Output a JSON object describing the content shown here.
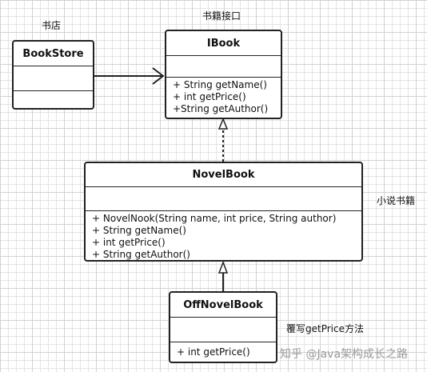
{
  "labels": {
    "bookstore_note": "书店",
    "ibook_note": "书籍接口",
    "novelbook_note": "小说书籍",
    "offnovelbook_note": "覆写getPrice方法"
  },
  "classes": {
    "bookstore": {
      "name": "BookStore",
      "operations": []
    },
    "ibook": {
      "name": "IBook",
      "operations": [
        "+ String getName()",
        "+ int getPrice()",
        "+String getAuthor()"
      ]
    },
    "novelbook": {
      "name": "NovelBook",
      "operations": [
        "+ NovelNook(String name, int price, String author)",
        "+ String getName()",
        "+ int getPrice()",
        "+ String getAuthor()"
      ]
    },
    "offnovelbook": {
      "name": "OffNovelBook",
      "operations": [
        "+ int getPrice()"
      ]
    }
  },
  "relationships": [
    {
      "from": "BookStore",
      "to": "IBook",
      "type": "association"
    },
    {
      "from": "NovelBook",
      "to": "IBook",
      "type": "realization"
    },
    {
      "from": "OffNovelBook",
      "to": "NovelBook",
      "type": "generalization"
    }
  ],
  "watermark": "知乎 @Java架构成长之路"
}
